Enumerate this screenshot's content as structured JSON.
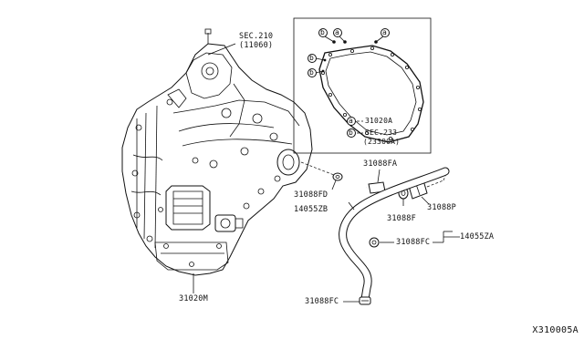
{
  "diagram_id": "X310005A",
  "callouts": {
    "sec210_line1": "SEC.210",
    "sec210_line2": "(11060)",
    "p31020M": "31020M",
    "p31088FA": "31088FA",
    "p31088FD": "31088FD",
    "p14055ZB": "14055ZB",
    "p31088F": "31088F",
    "p31088P": "31088P",
    "p14055ZA": "14055ZA",
    "p31088FC_upper": "31088FC",
    "p31088FC_lower": "31088FC"
  },
  "inset": {
    "marker_a": "a",
    "marker_b": "b",
    "legend_a_code": "31020A",
    "legend_b_line1": "SEC.233",
    "legend_b_line2": "(23300A)"
  }
}
